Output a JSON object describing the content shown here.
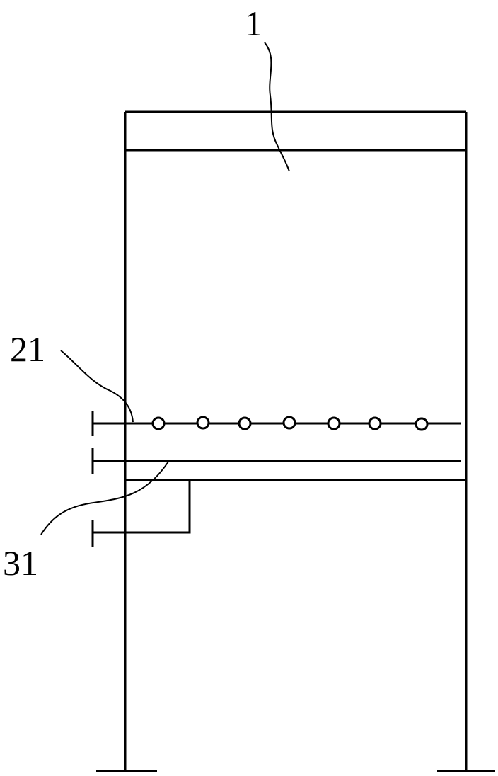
{
  "labels": {
    "housing": "1",
    "upper_pipe": "21",
    "lower_pipe": "31"
  },
  "colors": {
    "stroke": "#000000",
    "background": "#ffffff"
  }
}
